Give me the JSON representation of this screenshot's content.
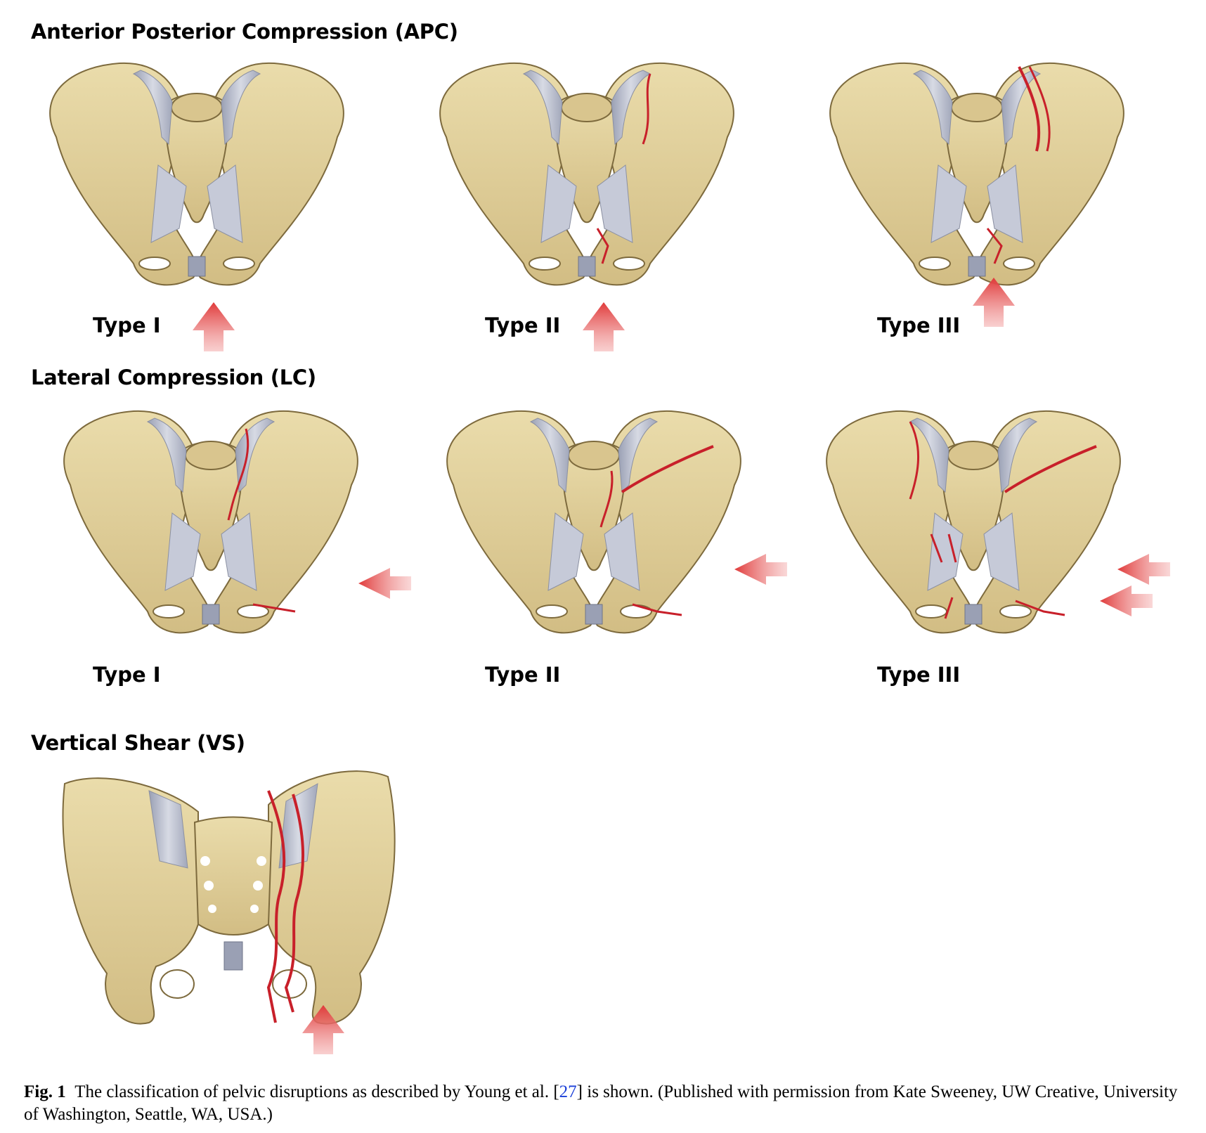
{
  "sections": {
    "apc": {
      "heading": "Anterior Posterior Compression (APC)",
      "types": [
        "Type I",
        "Type II",
        "Type III"
      ]
    },
    "lc": {
      "heading": "Lateral Compression (LC)",
      "types": [
        "Type I",
        "Type II",
        "Type III"
      ]
    },
    "vs": {
      "heading": "Vertical Shear (VS)"
    }
  },
  "caption": {
    "fig_label": "Fig. 1",
    "text_before_ref": "The classification of pelvic disruptions as described by Young et al. [",
    "ref": "27",
    "text_after_ref": "] is shown. (Published with permission from Kate Sweeney, UW Creative, University of Washington, Seattle, WA, USA.)"
  },
  "colors": {
    "bone": "#e3d3a0",
    "bone_shadow": "#b8a16a",
    "ligament": "#b8bccb",
    "fracture": "#c8202a",
    "arrow": "#e04848"
  },
  "icon_names": [
    "red-arrow-up-icon",
    "red-arrow-left-icon",
    "fracture-line-icon",
    "ligament-band-icon"
  ]
}
